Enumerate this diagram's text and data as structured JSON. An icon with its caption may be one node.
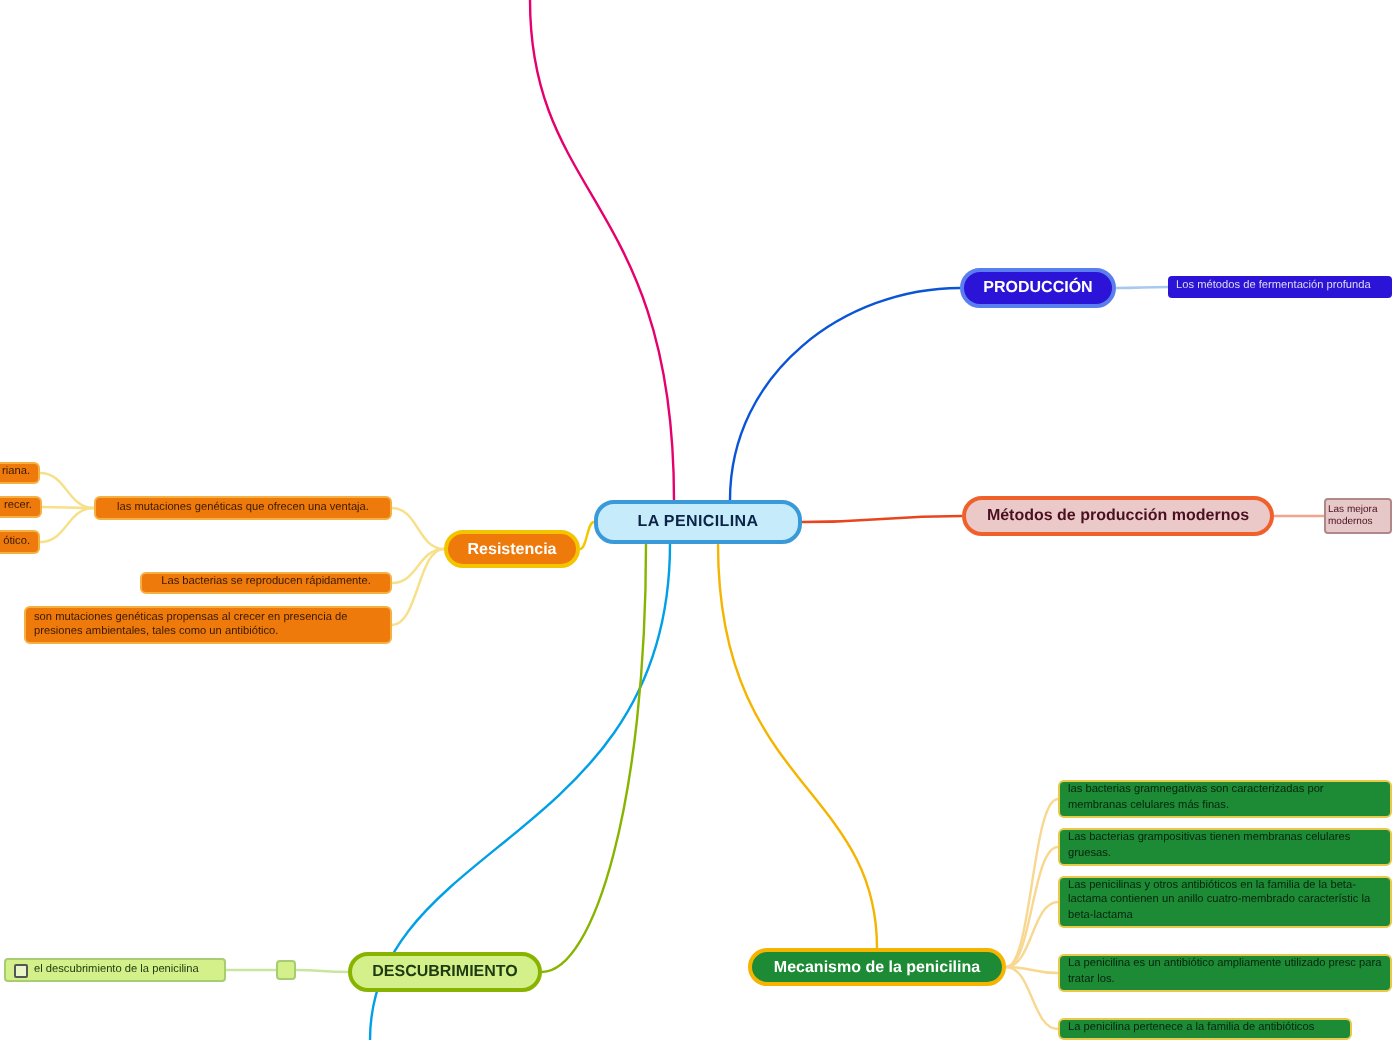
{
  "diagram": {
    "nodes": [
      {
        "text": [
          "LA PENICILINA"
        ]
      },
      {
        "text": [
          "PRODUCCIÓN"
        ]
      },
      {
        "text": [
          "Los métodos de fermentación profunda"
        ]
      },
      {
        "text": [
          "Métodos de producción modernos"
        ]
      },
      {
        "text": [
          "Las mejora modernos"
        ]
      },
      {
        "text": [
          "Resistencia"
        ]
      },
      {
        "text": [
          "las mutaciones genéticas que ofrecen una ventaja."
        ]
      },
      {
        "text": [
          "riana."
        ]
      },
      {
        "text": [
          "recer."
        ]
      },
      {
        "text": [
          "ótico."
        ]
      },
      {
        "text": [
          "Las bacterias se reproducen rápidamente."
        ]
      },
      {
        "text": [
          "son mutaciones genéticas propensas al crecer en presencia de presiones ambientales, tales como un antibiótico."
        ]
      },
      {
        "text": [
          "DESCUBRIMIENTO"
        ]
      },
      {
        "text": [],
        "shape": "box"
      },
      {
        "text": [
          "el descubrimiento de la penicilina"
        ]
      },
      {
        "text": [
          "Mecanismo de la penicilina"
        ]
      },
      {
        "text": [
          "las bacterias gramnegativas son caracterizadas por membranas celulares más finas."
        ]
      },
      {
        "text": [
          "Las bacterias grampositivas tienen membranas celulares gruesas."
        ]
      },
      {
        "text": [
          "Las penicilinas y otros antibióticos en la familia de la beta-lactama contienen un anillo cuatro-membrado característic la beta-lactama"
        ]
      },
      {
        "text": [
          "La penicilina es un antibiótico ampliamente utilizado presc para tratar los."
        ]
      },
      {
        "text": [
          "La penicilina pertenece a la familia de antibióticos"
        ]
      }
    ],
    "edges": [
      {
        "from": 0,
        "to": null,
        "arrow": "none",
        "color": "#e6006e"
      },
      {
        "from": 0,
        "to": 1,
        "arrow": "none",
        "color": "#0a55d6"
      },
      {
        "from": 1,
        "to": 2,
        "arrow": "none",
        "color": "#a9c8ee"
      },
      {
        "from": 0,
        "to": 3,
        "arrow": "none",
        "color": "#e8451e"
      },
      {
        "from": 3,
        "to": 4,
        "arrow": "none",
        "color": "#f2a58c"
      },
      {
        "from": 0,
        "to": 5,
        "arrow": "none",
        "color": "#f0c800"
      },
      {
        "from": 5,
        "to": 6,
        "arrow": "none",
        "color": "#f7e08a"
      },
      {
        "from": 6,
        "to": 7,
        "arrow": "none",
        "color": "#f7e08a"
      },
      {
        "from": 6,
        "to": 8,
        "arrow": "none",
        "color": "#f7e08a"
      },
      {
        "from": 6,
        "to": 9,
        "arrow": "none",
        "color": "#f7e08a"
      },
      {
        "from": 5,
        "to": 10,
        "arrow": "none",
        "color": "#f7e08a"
      },
      {
        "from": 5,
        "to": 11,
        "arrow": "none",
        "color": "#f7e08a"
      },
      {
        "from": 0,
        "to": null,
        "arrow": "none",
        "color": "#00a0e6"
      },
      {
        "from": 0,
        "to": 12,
        "arrow": "none",
        "color": "#88b400"
      },
      {
        "from": 12,
        "to": 13,
        "arrow": "none",
        "color": "#c8e6a0"
      },
      {
        "from": 13,
        "to": 14,
        "arrow": "none",
        "color": "#c8e6a0"
      },
      {
        "from": 0,
        "to": 15,
        "arrow": "none",
        "color": "#f5b400"
      },
      {
        "from": 15,
        "to": 16,
        "arrow": "none",
        "color": "#f8d890"
      },
      {
        "from": 15,
        "to": 17,
        "arrow": "none",
        "color": "#f8d890"
      },
      {
        "from": 15,
        "to": 18,
        "arrow": "none",
        "color": "#f8d890"
      },
      {
        "from": 15,
        "to": 19,
        "arrow": "none",
        "color": "#f8d890"
      },
      {
        "from": 15,
        "to": 20,
        "arrow": "none",
        "color": "#f8d890"
      }
    ]
  }
}
